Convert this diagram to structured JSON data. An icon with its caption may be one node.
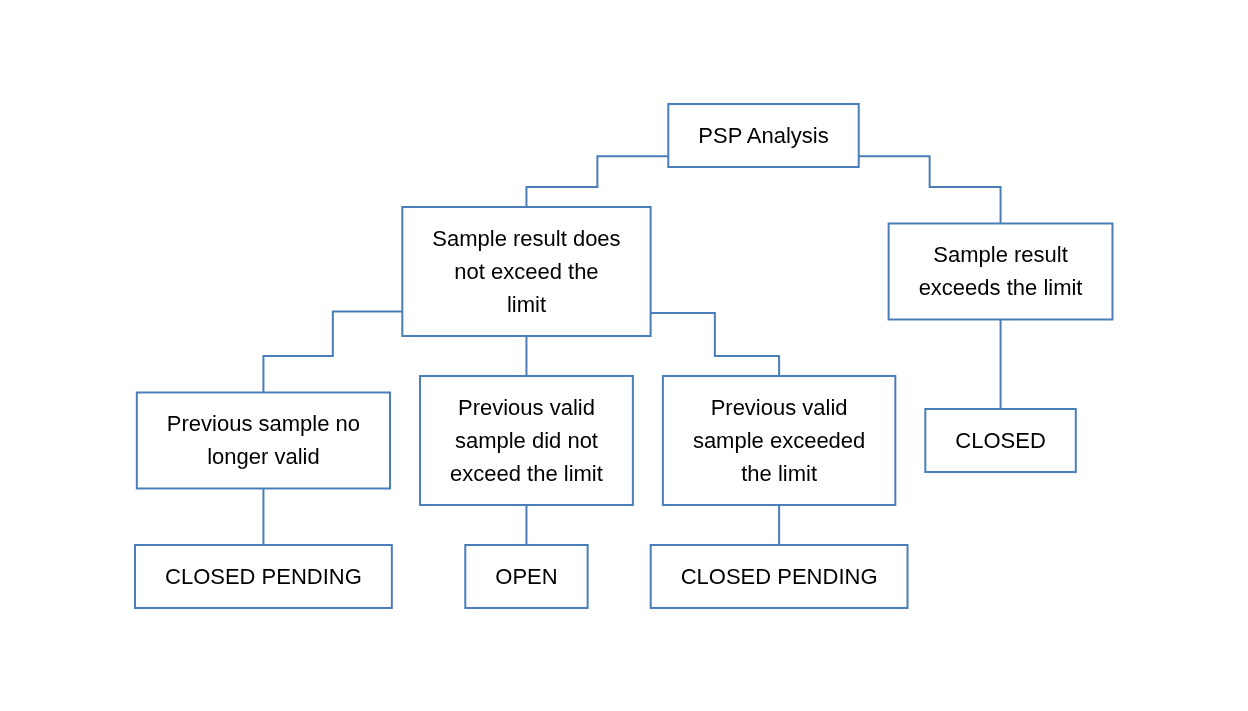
{
  "diagram": {
    "nodes": [
      {
        "text": [
          "PSP Analysis"
        ]
      },
      {
        "text": [
          "Sample result does not exceed the limit"
        ]
      },
      {
        "text": [
          "Sample result exceeds the limit"
        ]
      },
      {
        "text": [
          "Previous sample no longer valid"
        ]
      },
      {
        "text": [
          "Previous valid sample did not exceed the limit"
        ]
      },
      {
        "text": [
          "Previous valid sample exceeded the limit"
        ]
      },
      {
        "text": [
          "CLOSED"
        ]
      },
      {
        "text": [
          "CLOSED PENDING"
        ]
      },
      {
        "text": [
          "OPEN"
        ]
      },
      {
        "text": [
          "CLOSED PENDING"
        ]
      }
    ],
    "edges": [
      {
        "from": 0,
        "to": 1,
        "arrow": "none"
      },
      {
        "from": 0,
        "to": 2,
        "arrow": "none"
      },
      {
        "from": 1,
        "to": 3,
        "arrow": "none"
      },
      {
        "from": 1,
        "to": 4,
        "arrow": "none"
      },
      {
        "from": 1,
        "to": 5,
        "arrow": "none"
      },
      {
        "from": 2,
        "to": 6,
        "arrow": "none"
      },
      {
        "from": 3,
        "to": 7,
        "arrow": "none"
      },
      {
        "from": 4,
        "to": 8,
        "arrow": "none"
      },
      {
        "from": 5,
        "to": 9,
        "arrow": "none"
      }
    ]
  }
}
